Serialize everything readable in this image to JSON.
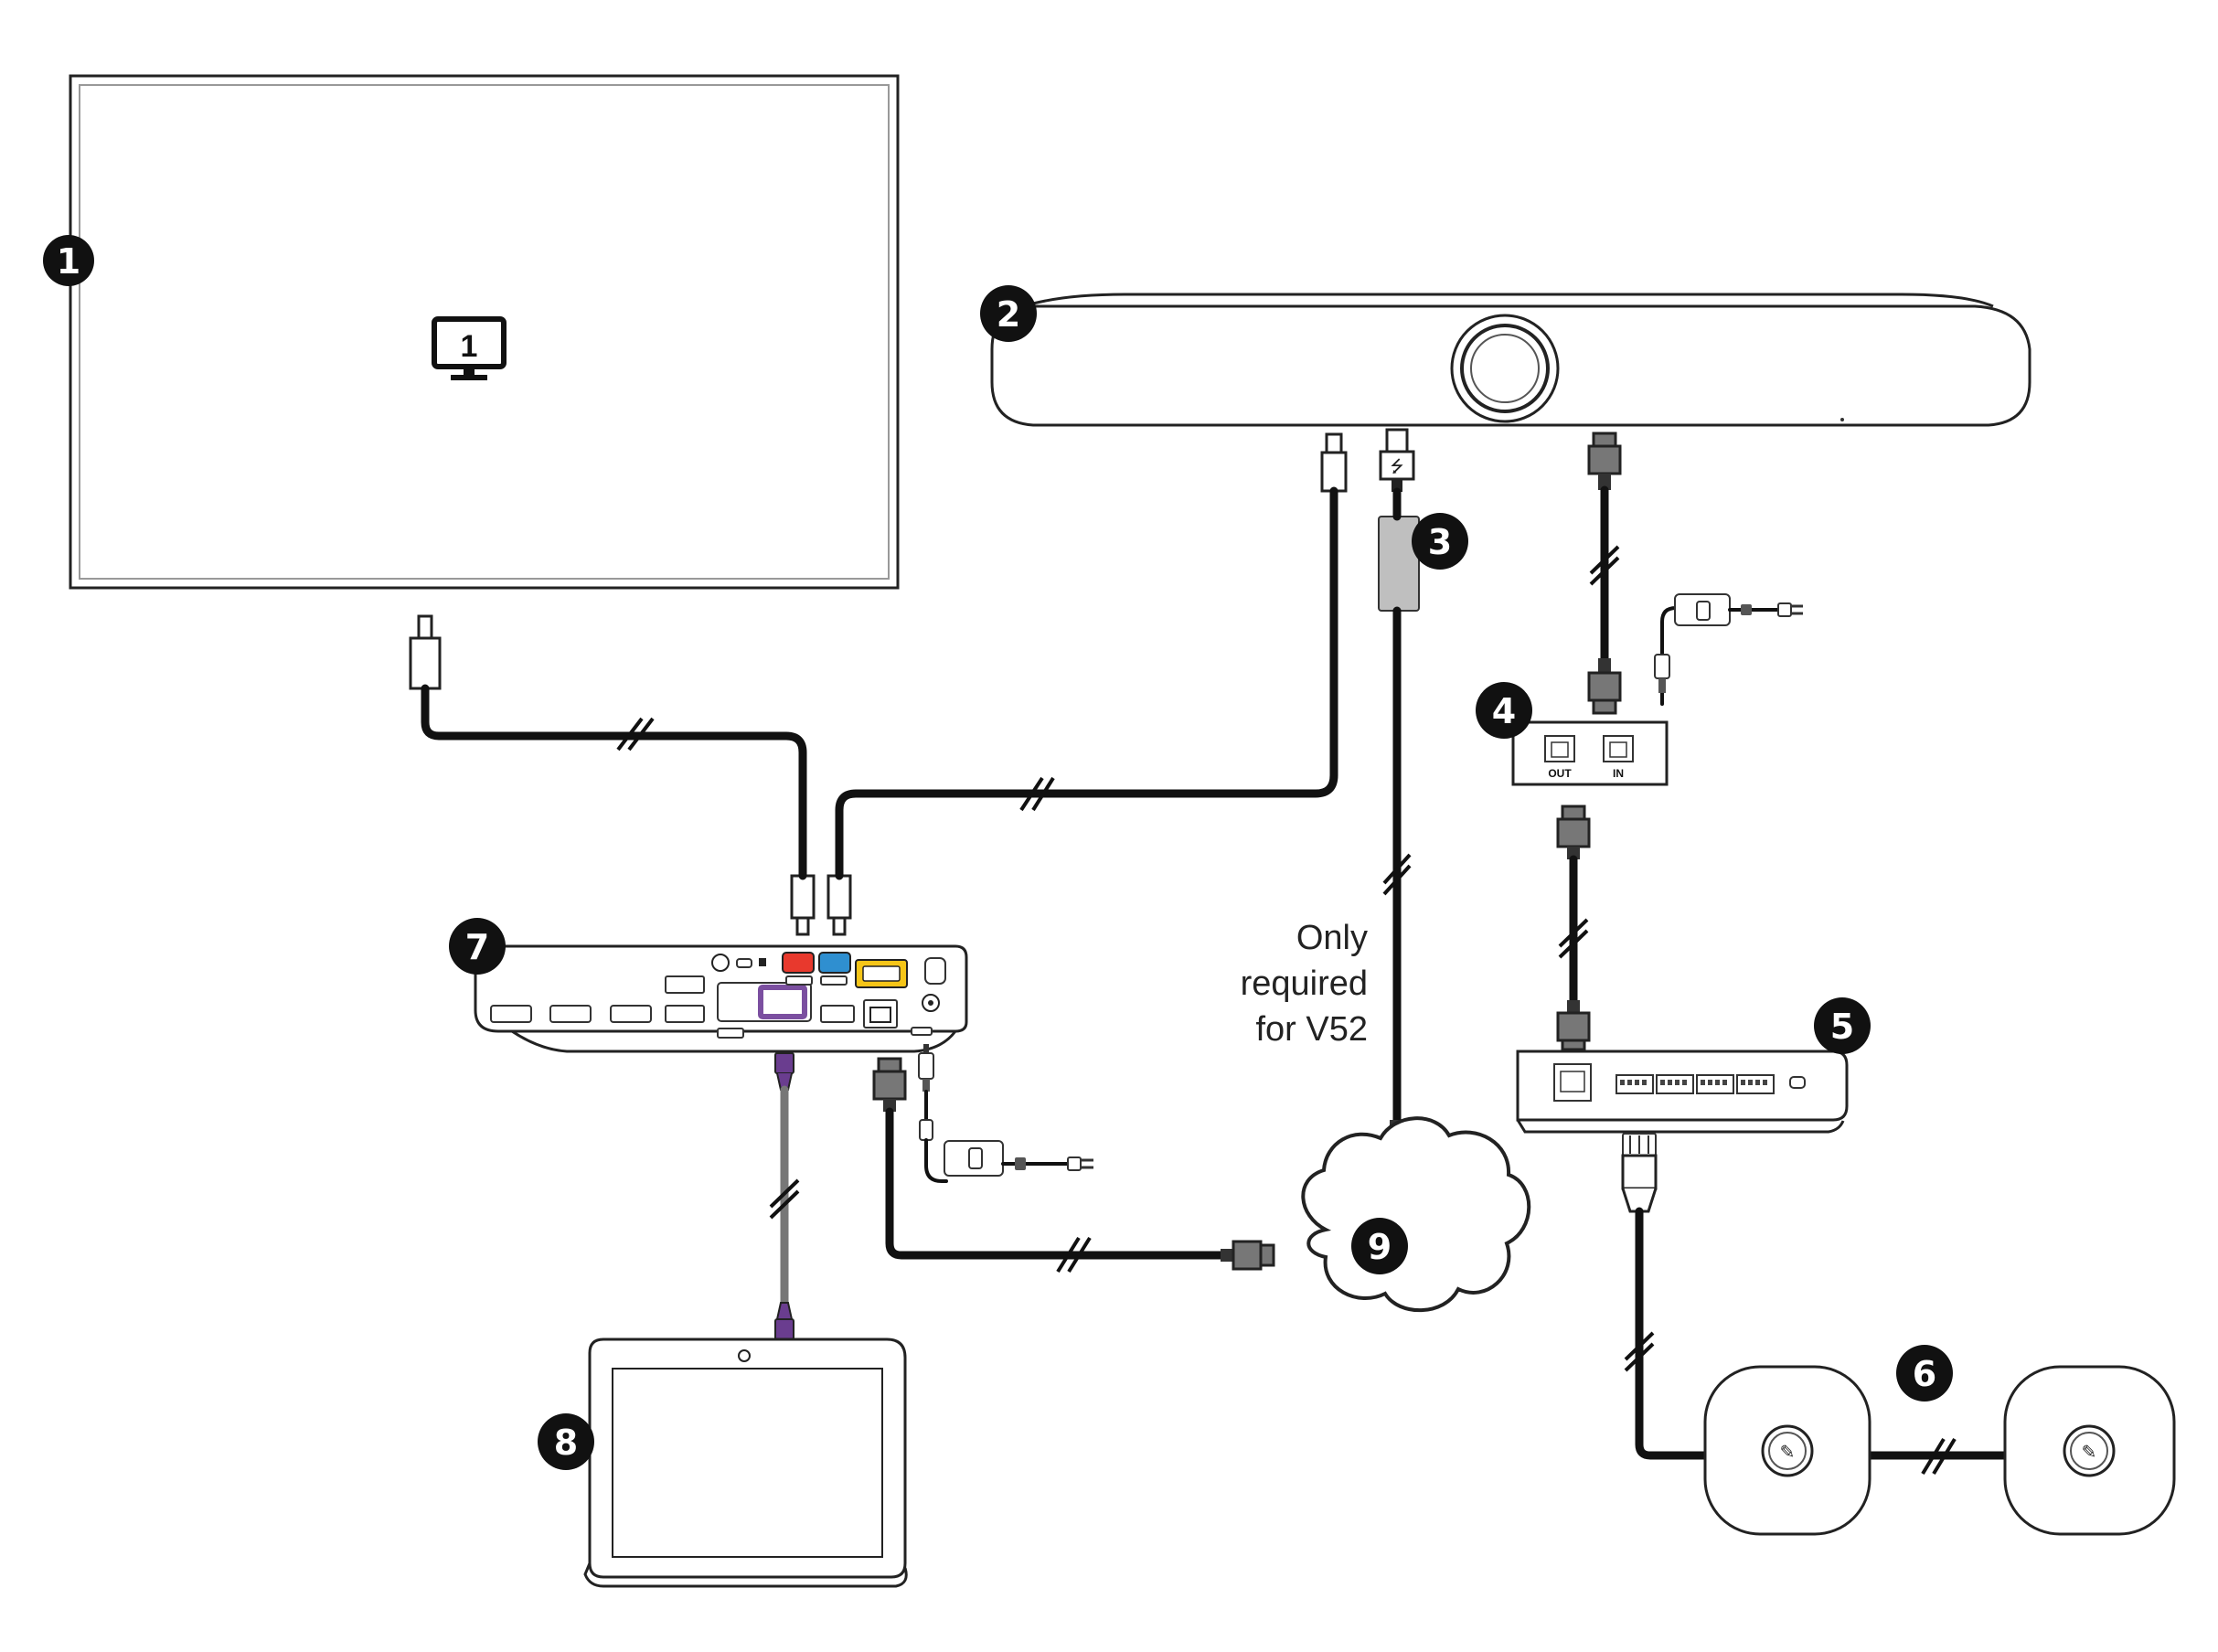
{
  "badges": [
    "1",
    "2",
    "3",
    "4",
    "5",
    "6",
    "7",
    "8",
    "9"
  ],
  "display_icon_label": "1",
  "injector_ports": {
    "out": "OUT",
    "in": "IN"
  },
  "note_lines": [
    "Only",
    "required",
    "for V52"
  ],
  "colors": {
    "port_red": "#e8392d",
    "port_blue": "#2f8fd0",
    "port_yellow": "#f5c518",
    "port_purple": "#7b4fa0",
    "cable_purple": "#6a3d8f"
  },
  "icons": {
    "display": "monitor-icon",
    "internet": "cloud-icon",
    "mic": "microphone-mute-icon",
    "usb": "usb-icon"
  }
}
